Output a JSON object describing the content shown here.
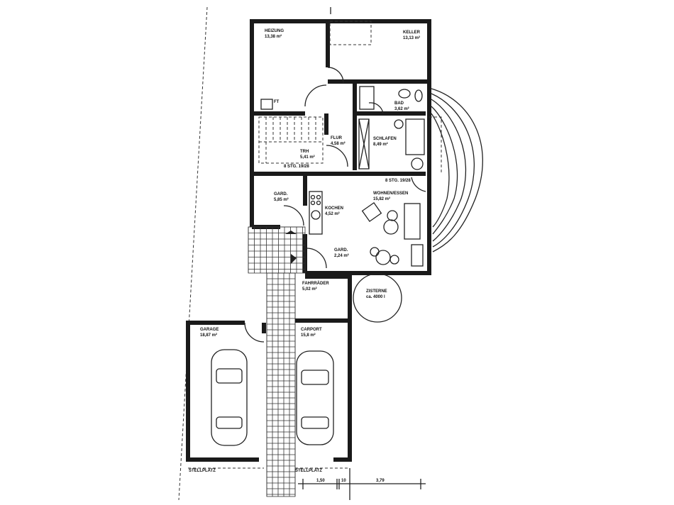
{
  "rooms": {
    "heizung": {
      "name": "HEIZUNG",
      "area": "13,38 m²"
    },
    "keller": {
      "name": "KELLER",
      "area": "13,13 m²"
    },
    "ft": {
      "name": "FT"
    },
    "bad": {
      "name": "BAD",
      "area": "3,62 m²"
    },
    "flur": {
      "name": "FLUR",
      "area": "4,58 m²"
    },
    "trh": {
      "name": "TRH",
      "area": "5,41 m²"
    },
    "schlafen": {
      "name": "SCHLAFEN",
      "area": "8,49 m²"
    },
    "gard1": {
      "name": "GARD.",
      "area": "5,85 m²"
    },
    "wohnen": {
      "name": "WOHNEN/ESSEN",
      "area": "15,82 m²"
    },
    "kochen": {
      "name": "KOCHEN",
      "area": "4,52 m²"
    },
    "gard2": {
      "name": "GARD.",
      "area": "2,24 m²"
    },
    "fahrraeder": {
      "name": "FAHRRÄDER",
      "area": "5,02 m²"
    },
    "zisterne": {
      "name": "ZISTERNE",
      "area": "ca. 4000 l"
    },
    "garage": {
      "name": "GARAGE",
      "area": "18,87 m²"
    },
    "carport": {
      "name": "CARPORT",
      "area": "15,8 m²"
    }
  },
  "stairs": {
    "left": "8 STG. 19/28",
    "right": "8 STG. 19/28"
  },
  "stellplatz": [
    "STELLPLATZ",
    "STELLPLATZ"
  ],
  "dimensions": [
    "1,50",
    "10",
    "3,79"
  ]
}
